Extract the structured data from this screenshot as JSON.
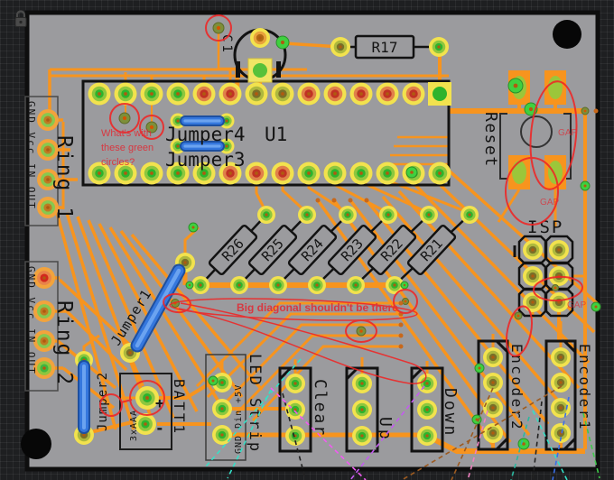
{
  "annotations": {
    "q1_line1": "What's with",
    "q1_line2": "these green",
    "q1_line3": "circles?",
    "q2": "Big diagonal shouldn't be there",
    "gap_top": "GAP",
    "gap_mid": "GAP",
    "gap_bottom": "GAP"
  },
  "silkscreen": {
    "ic": {
      "jumper4": "Jumper4",
      "u1": "U1",
      "jumper3": "Jumper3"
    },
    "c1": "C1",
    "r17": "R17",
    "resistors": [
      "R26",
      "R25",
      "R24",
      "R23",
      "R22",
      "R21"
    ],
    "reset": "Reset",
    "isp": "ISP",
    "ring1": {
      "label": "Ring 1",
      "pins": "GND Vcc IN OUT"
    },
    "ring2": {
      "label": "Ring 2",
      "pins": "GND Vcc IN OUT"
    },
    "jumper1": "Jumper1",
    "jumper2": "Jumper2",
    "batt": {
      "ref": "BATT1",
      "type": "3xAAA",
      "plus": "+",
      "minus": "-"
    },
    "led": {
      "label": "LED Strip",
      "pins": "GND Din +5V"
    },
    "buttons": {
      "clear": "Clear",
      "up": "Up",
      "down": "Down"
    },
    "encoders": {
      "encoder2": "Encoder2",
      "encoder1": "Encoder1"
    }
  },
  "colors": {
    "background": "#1e1f21",
    "board_substrate": "#9b9b9e",
    "copper_trace": "#f7941e",
    "silkscreen": "#141414",
    "annotation_red": "#e8252c",
    "jumper_wire_blue": "#3577dd"
  }
}
